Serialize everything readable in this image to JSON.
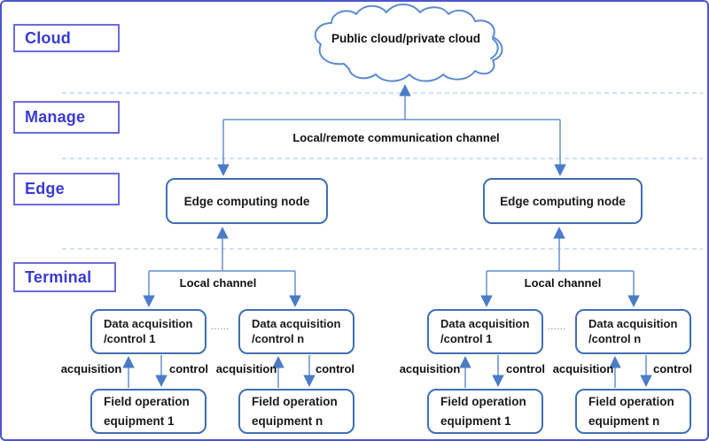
{
  "palette": {
    "outer_border": "#4c55d0",
    "layer_label_border": "#6b6be0",
    "layer_label_text": "#3a3ad6",
    "node_border": "#3f6fb5",
    "connector_line": "#6790cf",
    "arrowhead": "#4a7cc7",
    "dashed_separator": "#b9cce9",
    "diagram_text": "#1a1a1a"
  },
  "layers": {
    "cloud": "Cloud",
    "manage": "Manage",
    "edge": "Edge",
    "terminal": "Terminal"
  },
  "cloud_node": {
    "label": "Public cloud/private cloud"
  },
  "channels": {
    "wan": "Local/remote communication channel",
    "local_left": "Local channel",
    "local_right": "Local channel"
  },
  "edge_nodes": {
    "left": "Edge computing node",
    "right": "Edge computing node"
  },
  "ellipsis": "......",
  "device_columns": [
    {
      "acq_line1": "Data acquisition",
      "acq_line2": "/control 1",
      "up_label": "acquisition",
      "down_label": "control",
      "field_line1": "Field operation",
      "field_line2": "equipment 1"
    },
    {
      "acq_line1": "Data acquisition",
      "acq_line2": "/control n",
      "up_label": "acquisition",
      "down_label": "control",
      "field_line1": "Field operation",
      "field_line2": "equipment n"
    },
    {
      "acq_line1": "Data acquisition",
      "acq_line2": "/control 1",
      "up_label": "acquisition",
      "down_label": "control",
      "field_line1": "Field operation",
      "field_line2": "equipment 1"
    },
    {
      "acq_line1": "Data acquisition",
      "acq_line2": "/control n",
      "up_label": "acquisition",
      "down_label": "control",
      "field_line1": "Field operation",
      "field_line2": "equipment n"
    }
  ]
}
